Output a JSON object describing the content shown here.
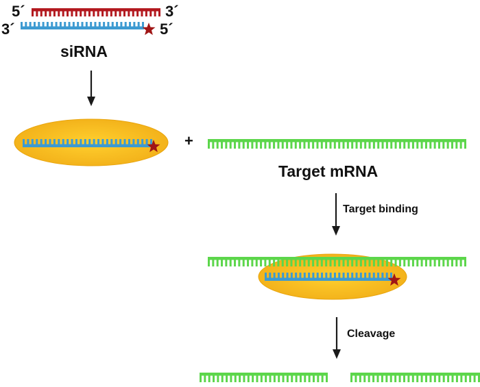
{
  "colors": {
    "sense_strand": "#b3191f",
    "guide_strand": "#3d9ad1",
    "target_mrna": "#5cd64b",
    "complex": "#f5bd1e",
    "complex_edge": "#e8a40c",
    "star": "#a01616",
    "arrow": "#1a1a1a",
    "text": "#111111"
  },
  "sirna": {
    "sense_5prime": "5´",
    "sense_3prime": "3´",
    "guide_3prime": "3´",
    "guide_5prime": "5´",
    "label": "siRNA",
    "marker_icon": "star-icon"
  },
  "loading": {
    "plus": "+",
    "target_label": "Target mRNA"
  },
  "steps": {
    "binding": "Target binding",
    "cleavage": "Cleavage"
  }
}
